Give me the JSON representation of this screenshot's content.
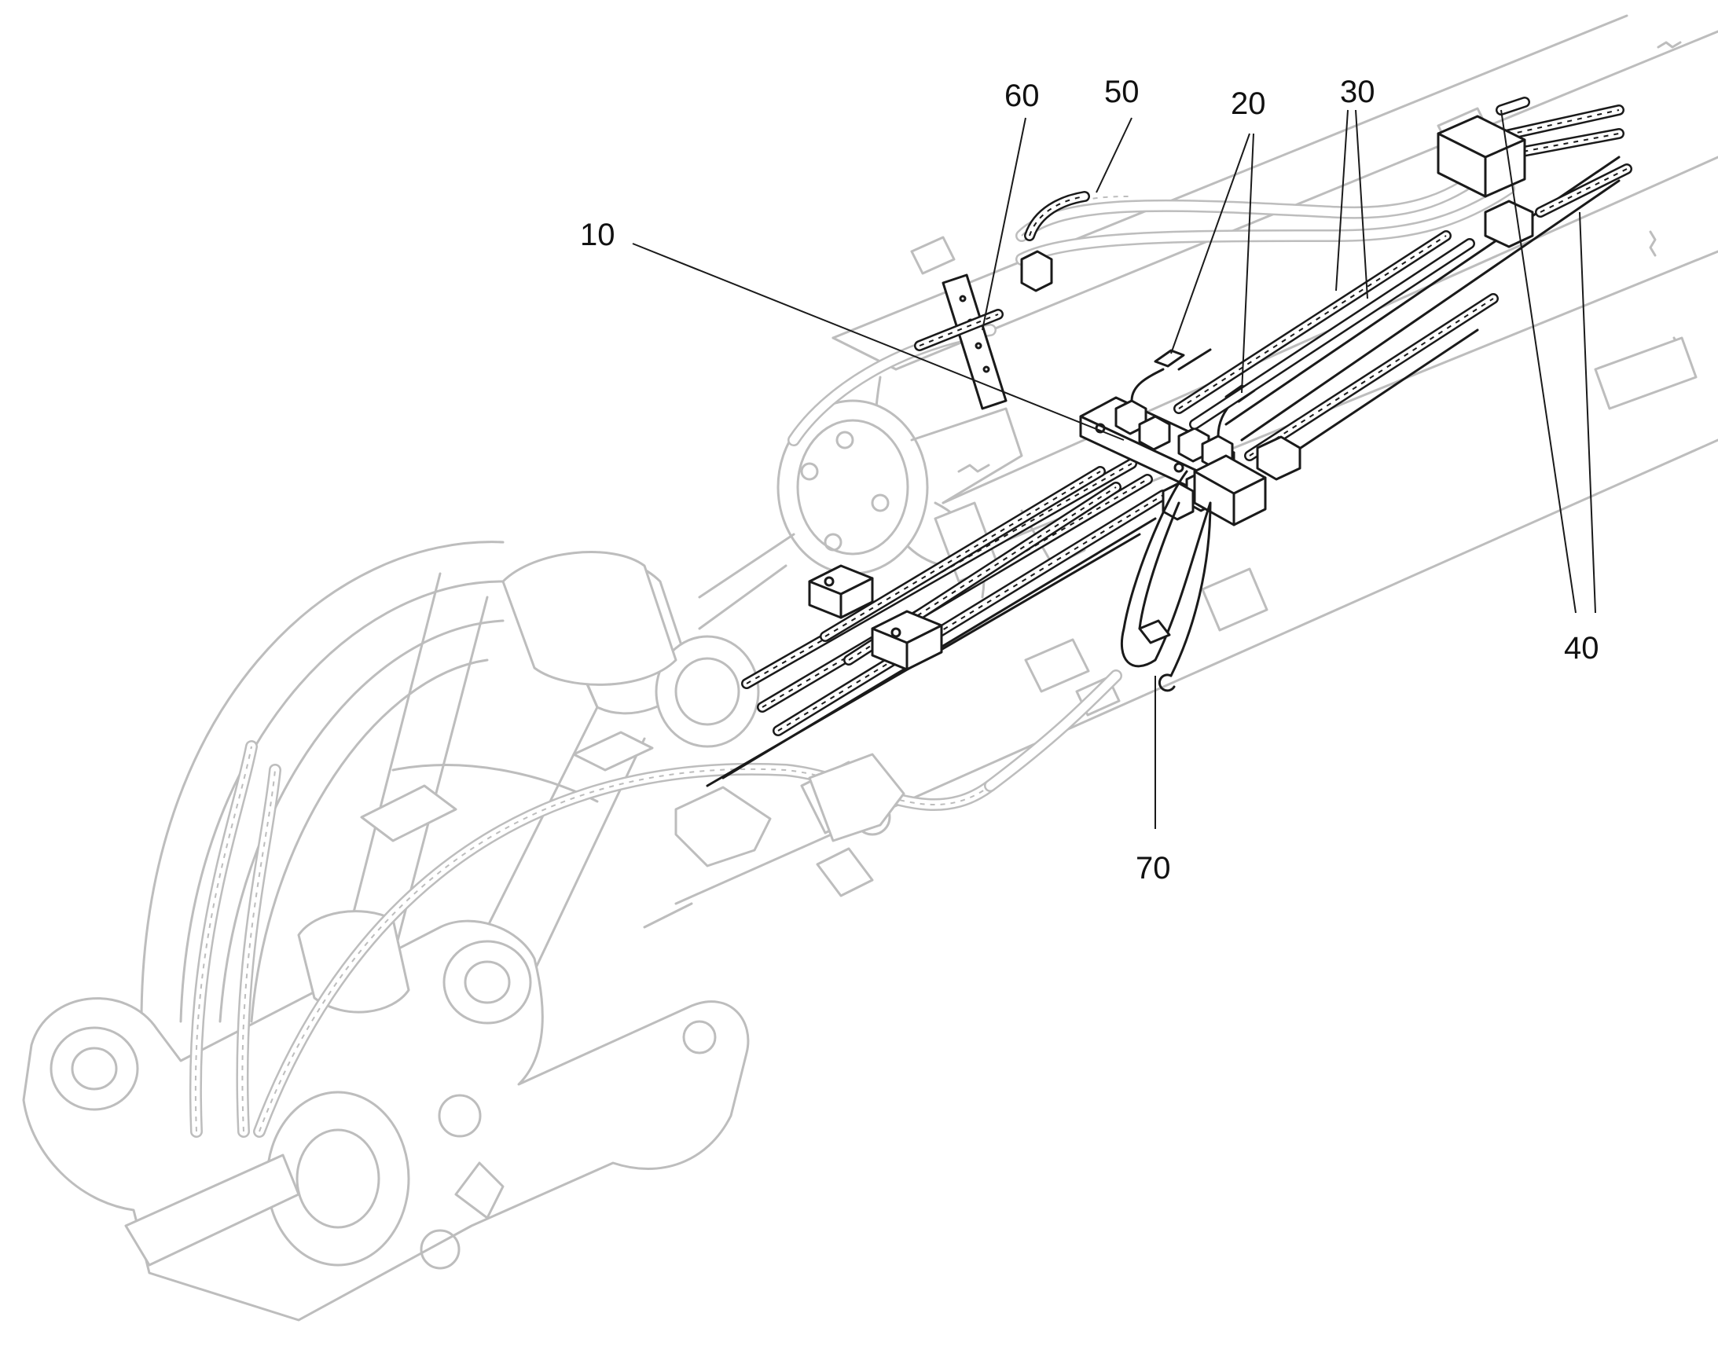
{
  "figure": {
    "reference_numerals": [
      {
        "id": "ref-10",
        "text": "10"
      },
      {
        "id": "ref-20",
        "text": "20"
      },
      {
        "id": "ref-30",
        "text": "30"
      },
      {
        "id": "ref-40",
        "text": "40"
      },
      {
        "id": "ref-50",
        "text": "50"
      },
      {
        "id": "ref-60",
        "text": "60"
      },
      {
        "id": "ref-70",
        "text": "70"
      }
    ]
  }
}
